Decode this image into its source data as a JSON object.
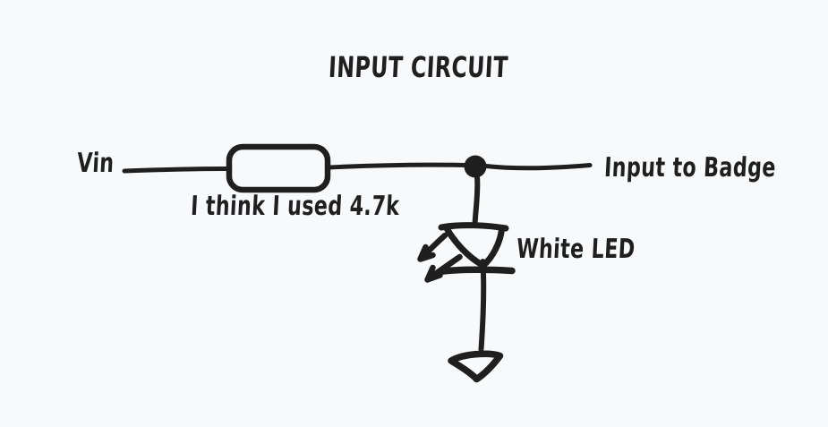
{
  "diagram": {
    "title": "INPUT CIRCUIT",
    "labels": {
      "input": "Vin",
      "resistor_note": "I think I used 4.7k",
      "output": "Input to Badge",
      "led": "White LED"
    },
    "components": {
      "resistor": "resistor-symbol",
      "led": "led-symbol",
      "ground": "ground-symbol",
      "junction": "junction-dot"
    },
    "colors": {
      "background": "#f8f9fa",
      "ink": "#1f1f1f"
    }
  }
}
